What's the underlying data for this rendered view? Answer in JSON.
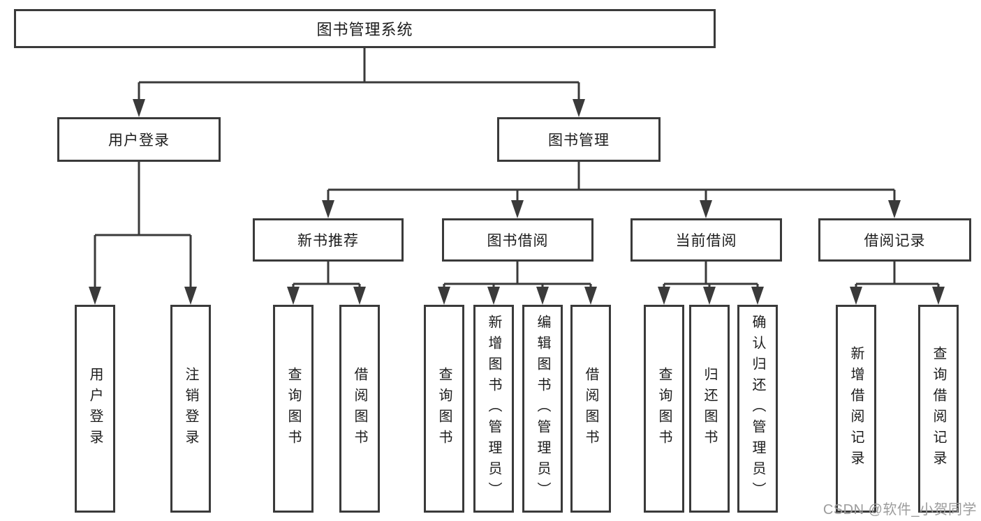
{
  "diagram": {
    "title": "图书管理系统",
    "line_color": "#3a3a3a",
    "box_border_color": "#3a3a3a",
    "text_color": "#1c1c1c",
    "root": {
      "label": "图书管理系统",
      "children": [
        {
          "label": "用户登录",
          "children": [
            {
              "label": "用户登录"
            },
            {
              "label": "注销登录"
            }
          ]
        },
        {
          "label": "图书管理",
          "children": [
            {
              "label": "新书推荐",
              "children": [
                {
                  "label": "查询图书"
                },
                {
                  "label": "借阅图书"
                }
              ]
            },
            {
              "label": "图书借阅",
              "children": [
                {
                  "label": "查询图书"
                },
                {
                  "label": "新增图书（管理员）"
                },
                {
                  "label": "编辑图书（管理员）"
                },
                {
                  "label": "借阅图书"
                }
              ]
            },
            {
              "label": "当前借阅",
              "children": [
                {
                  "label": "查询图书"
                },
                {
                  "label": "归还图书"
                },
                {
                  "label": "确认归还（管理员）"
                }
              ]
            },
            {
              "label": "借阅记录",
              "children": [
                {
                  "label": "新增借阅记录"
                },
                {
                  "label": "查询借阅记录"
                }
              ]
            }
          ]
        }
      ]
    }
  },
  "watermark": {
    "text": "CSDN @软件_小贺同学",
    "color": "#9c9c9c"
  }
}
